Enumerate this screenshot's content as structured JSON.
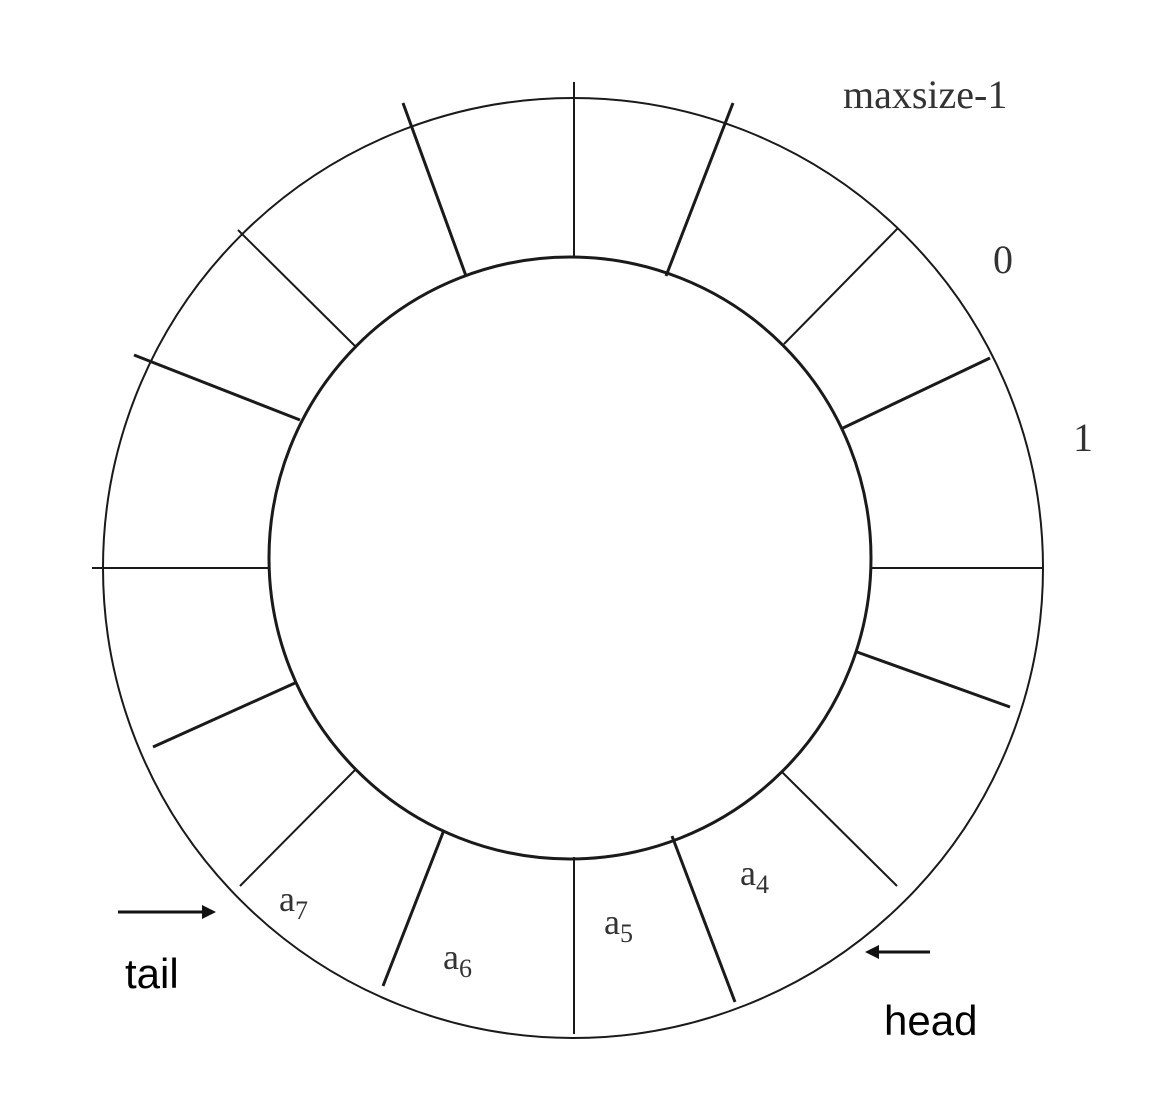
{
  "labels": {
    "maxsize": "maxsize-1",
    "zero": "0",
    "one": "1",
    "tail": "tail",
    "head": "head"
  },
  "slots": [
    {
      "base": "a",
      "sub": "4"
    },
    {
      "base": "a",
      "sub": "5"
    },
    {
      "base": "a",
      "sub": "6"
    },
    {
      "base": "a",
      "sub": "7"
    }
  ],
  "colors": {
    "line": "#1a1a1a",
    "text": "#333333"
  }
}
